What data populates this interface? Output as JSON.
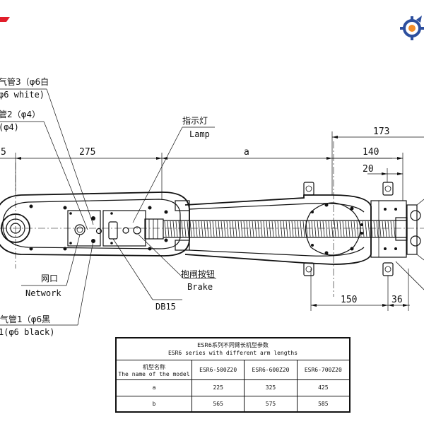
{
  "labels": {
    "tube3_cn": "气管3（φ6白",
    "tube3_en": "φ6 white)",
    "tube2_cn": "管2（φ4）",
    "tube2_en": "(φ4)",
    "lamp_cn": "指示灯",
    "lamp_en": "Lamp",
    "network_cn": "网口",
    "network_en": "Network",
    "brake_cn": "抱闸按钮",
    "brake_en": "Brake",
    "db15": "DB15",
    "tube1_cn": "气管1（φ6黑",
    "tube1_en": "1(φ6 black)"
  },
  "dimensions": {
    "d_left": "5",
    "d_275": "275",
    "d_a": "a",
    "d_173": "173",
    "d_140": "140",
    "d_20": "20",
    "d_150": "150",
    "d_36": "36"
  },
  "table": {
    "title_cn": "ESR6系列不同臂长机型参数",
    "title_en": "ESR6 series with different arm lengths",
    "header_cn": "机型名称",
    "header_en": "The name of the model",
    "models": [
      "ESR6-500Z20",
      "ESR6-600Z20",
      "ESR6-700Z20"
    ],
    "rows": [
      {
        "param": "a",
        "values": [
          "225",
          "325",
          "425"
        ]
      },
      {
        "param": "b",
        "values": [
          "565",
          "575",
          "585"
        ]
      }
    ]
  },
  "colors": {
    "logo_red": "#e11d2a",
    "logo_blue": "#2d4f9e",
    "logo_orange": "#f28c28"
  }
}
